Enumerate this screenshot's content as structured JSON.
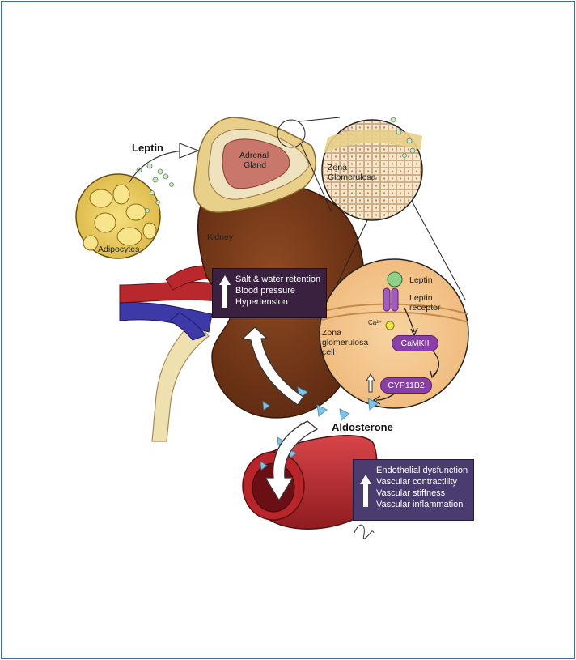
{
  "labels": {
    "leptin": "Leptin",
    "adrenal_gland_1": "Adrenal",
    "adrenal_gland_2": "Gland",
    "adipocytes": "Adipocytes",
    "kidney": "Kidney",
    "zona_1": "Zona",
    "zona_2": "Glomerulosa",
    "cell_leptin": "Leptin",
    "cell_receptor_1": "Leptin",
    "cell_receptor_2": "receptor",
    "ca": "Ca²⁺",
    "zg_cell_1": "Zona",
    "zg_cell_2": "glomerulosa",
    "zg_cell_3": "cell",
    "camkii": "CaMKII",
    "cyp11b2": "CYP11B2",
    "aldosterone": "Aldosterone"
  },
  "kidney_effects": [
    "Salt & water retention",
    "Blood pressure",
    "Hypertension"
  ],
  "vascular_effects": [
    "Endothelial dysfunction",
    "Vascular contractility",
    "Vascular stiffness",
    "Vascular inflammation"
  ],
  "colors": {
    "kidney": "#7a3a1a",
    "adrenal_outer": "#e9d39a",
    "adrenal_inner": "#c9776a",
    "adipocyte": "#f1d46a",
    "cell_bg": "#f5c98e",
    "box_dark": "#3a2140",
    "box_purple": "#4a3c6e",
    "pill_purple": "#8a3ea8",
    "aldosterone_triangles": "#7fc4e6",
    "vessel": "#b8262b",
    "frame": "#3f6e9e"
  }
}
